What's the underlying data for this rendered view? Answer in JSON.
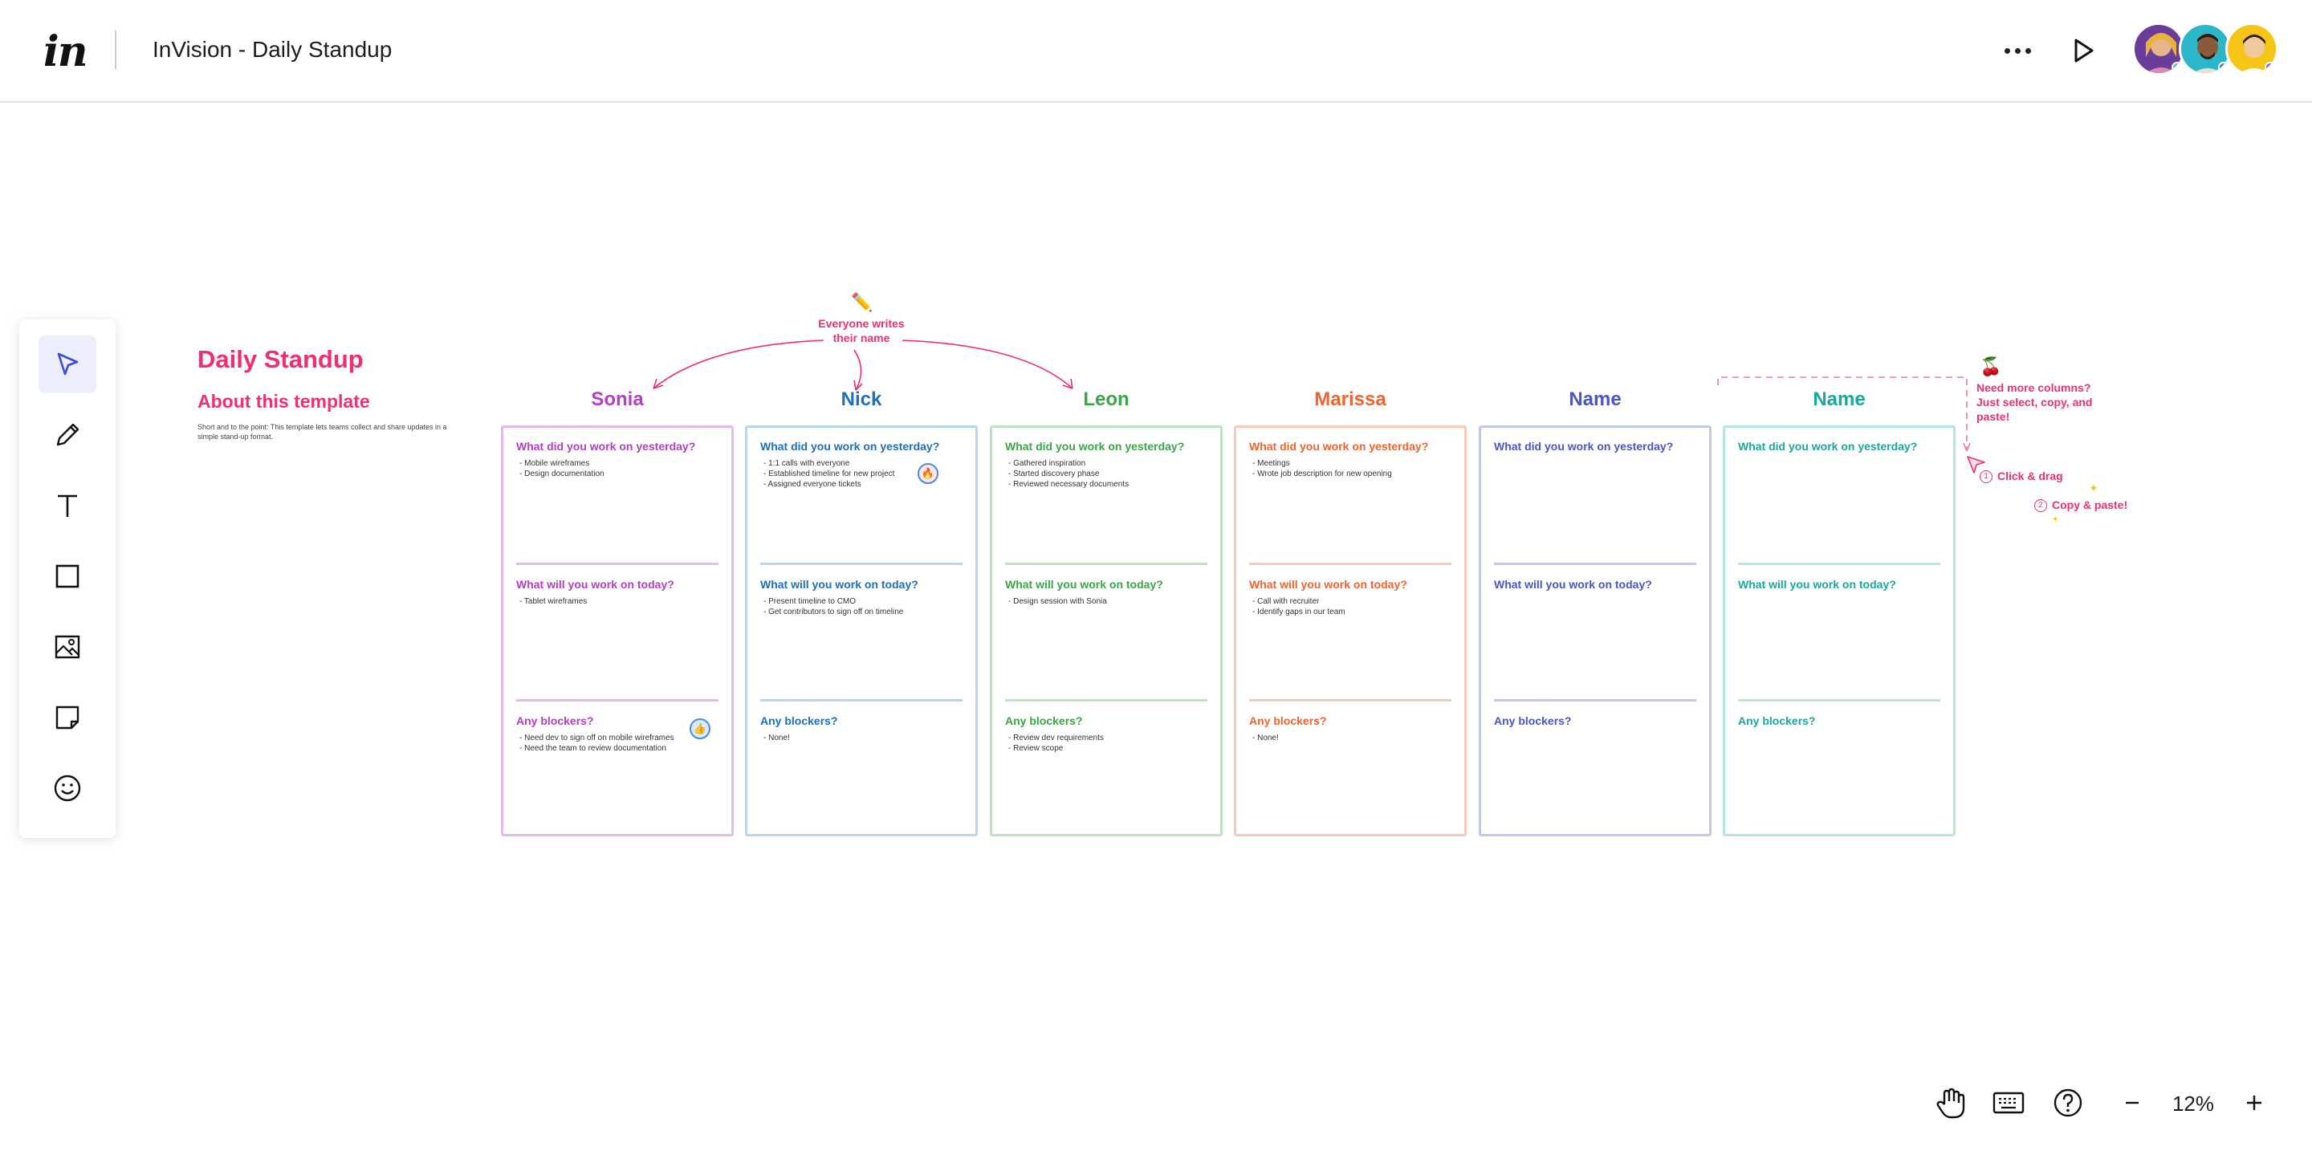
{
  "header": {
    "logo_text": "in",
    "title": "InVision - Daily Standup",
    "more_icon": "more-horizontal-icon",
    "play_icon": "play-icon",
    "avatars": [
      {
        "name": "collaborator-1",
        "bg": "#6a3d9a",
        "status_color": "#2bc4d6"
      },
      {
        "name": "collaborator-2",
        "bg": "#2bb7c9",
        "status_color": "#2f6de1"
      },
      {
        "name": "collaborator-3",
        "bg": "#f5c518",
        "status_color": "#8a3ffc"
      }
    ]
  },
  "toolbar": {
    "tools": [
      {
        "name": "select-tool",
        "icon": "cursor-icon",
        "active": true
      },
      {
        "name": "pen-tool",
        "icon": "pencil-icon"
      },
      {
        "name": "text-tool",
        "icon": "text-icon"
      },
      {
        "name": "shape-tool",
        "icon": "square-icon"
      },
      {
        "name": "image-tool",
        "icon": "image-icon"
      },
      {
        "name": "sticky-note-tool",
        "icon": "sticky-note-icon"
      },
      {
        "name": "emoji-tool",
        "icon": "smiley-icon"
      }
    ]
  },
  "board": {
    "title": "Daily Standup",
    "about_title": "About this template",
    "about_desc": "Short and to the point: This template lets teams collect and share updates in a simple stand-up format.",
    "annotation_names": "Everyone writes their name",
    "annotation_columns": "Need more columns? Just select, copy, and paste!",
    "step1_num": "1",
    "step1": "Click & drag",
    "step2_num": "2",
    "step2": "Copy & paste!",
    "questions": {
      "yesterday": "What did you work on yesterday?",
      "today": "What will you work on today?",
      "blockers": "Any blockers?"
    },
    "columns": [
      {
        "name": "Sonia",
        "color": "#b23fc4",
        "border": "#e7b8ee",
        "divider": "#e7b8ee",
        "yesterday": "- Mobile wireframes\n- Design documentation",
        "today": "- Tablet wireframes",
        "blockers": "- Need dev to sign off on mobile wireframes\n- Need the team to review documentation"
      },
      {
        "name": "Nick",
        "color": "#1e6fbd",
        "border": "#b7d5ef",
        "divider": "#b7d5ef",
        "yesterday": "- 1:1 calls with everyone\n- Established timeline for new project\n- Assigned everyone tickets",
        "today": "- Present timeline to CMO\n- Get contributors to sign off on timeline",
        "blockers": "- None!"
      },
      {
        "name": "Leon",
        "color": "#3aa646",
        "border": "#bfe3c2",
        "divider": "#bfe3c2",
        "yesterday": "- Gathered inspiration\n- Started discovery phase\n- Reviewed necessary documents",
        "today": "- Design session with Sonia",
        "blockers": "- Review dev requirements\n- Review scope"
      },
      {
        "name": "Marissa",
        "color": "#f1642e",
        "border": "#f8c9b6",
        "divider": "#f8c9b6",
        "yesterday": "- Meetings\n- Wrote job description for new opening",
        "today": "- Call with recruiter\n- Identify gaps in our team",
        "blockers": "- None!"
      },
      {
        "name": "Name",
        "color": "#4a55c8",
        "border": "#c3c7ee",
        "divider": "#c3c7ee",
        "yesterday": "",
        "today": "",
        "blockers": ""
      },
      {
        "name": "Name",
        "color": "#1aa89c",
        "border": "#b6e5e0",
        "divider": "#b6e5e0",
        "yesterday": "",
        "today": "",
        "blockers": ""
      }
    ]
  },
  "bottom": {
    "hand_icon": "hand-icon",
    "keyboard_icon": "keyboard-icon",
    "help_icon": "help-icon",
    "zoom_out_icon": "minus-icon",
    "zoom_value": "12%",
    "zoom_in_icon": "plus-icon"
  }
}
